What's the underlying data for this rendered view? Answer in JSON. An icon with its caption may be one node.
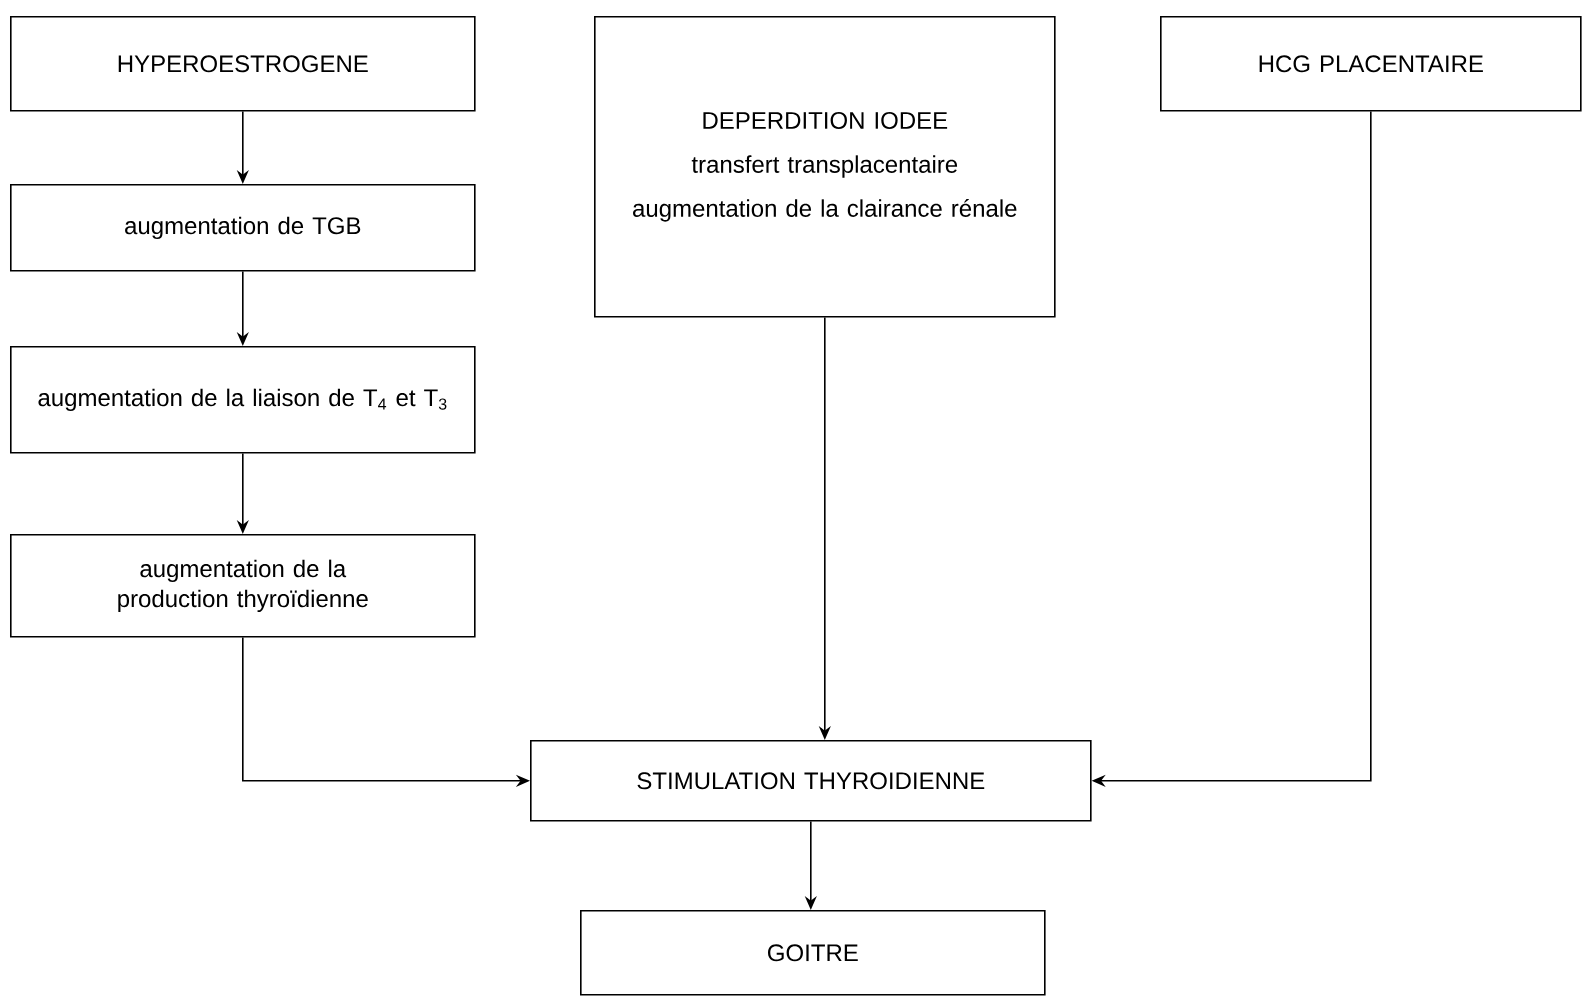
{
  "diagram": {
    "nodes": [
      {
        "text": [
          "HYPEROESTROGENE"
        ]
      },
      {
        "text": [
          "augmentation de TGB"
        ]
      },
      {
        "text": [
          "augmentation de la liaison de T$_{4}$ et T$_{3}$"
        ]
      },
      {
        "text": [
          "augmentation de la production thyroïdienne"
        ]
      },
      {
        "text": [
          "DEPERDITION IODEE",
          "transfert transplacentaire",
          "augmentation de la clairance rénale"
        ]
      },
      {
        "text": [
          "HCG PLACENTAIRE"
        ]
      },
      {
        "text": [
          "STIMULATION THYROIDIENNE"
        ]
      },
      {
        "text": [
          "GOITRE"
        ]
      }
    ],
    "edges": [
      {
        "from": 0,
        "to": 1,
        "arrow": "to"
      },
      {
        "from": 1,
        "to": 2,
        "arrow": "to"
      },
      {
        "from": 2,
        "to": 3,
        "arrow": "to"
      },
      {
        "from": 3,
        "to": 6,
        "arrow": "to"
      },
      {
        "from": 4,
        "to": 6,
        "arrow": "to"
      },
      {
        "from": 5,
        "to": 6,
        "arrow": "to"
      },
      {
        "from": 6,
        "to": 7,
        "arrow": "to"
      }
    ]
  }
}
